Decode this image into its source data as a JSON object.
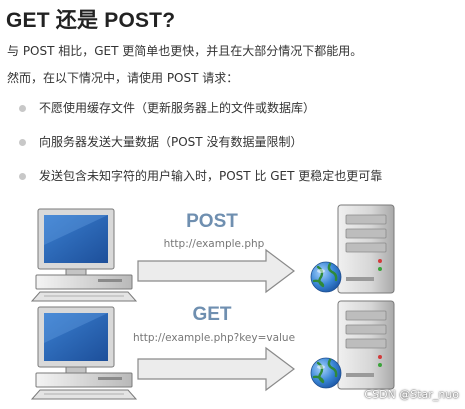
{
  "title": "GET 还是 POST?",
  "paragraphs": [
    "与 POST 相比，GET 更简单也更快，并且在大部分情况下都能用。",
    "然而，在以下情况中，请使用 POST 请求："
  ],
  "bullets": [
    "不愿使用缓存文件（更新服务器上的文件或数据库）",
    "向服务器发送大量数据（POST 没有数据量限制）",
    "发送包含未知字符的用户输入时，POST 比 GET 更稳定也更可靠"
  ],
  "diagram": {
    "post": {
      "method": "POST",
      "url": "http://example.php"
    },
    "get": {
      "method": "GET",
      "url": "http://example.php?key=value"
    },
    "method_color": "#6f8fb0",
    "arrow_color": "#dcdcdc"
  },
  "watermark": "CSDN @Star_nuo",
  "icons": [
    "computer-icon",
    "arrow-icon",
    "server-icon",
    "globe-icon"
  ]
}
